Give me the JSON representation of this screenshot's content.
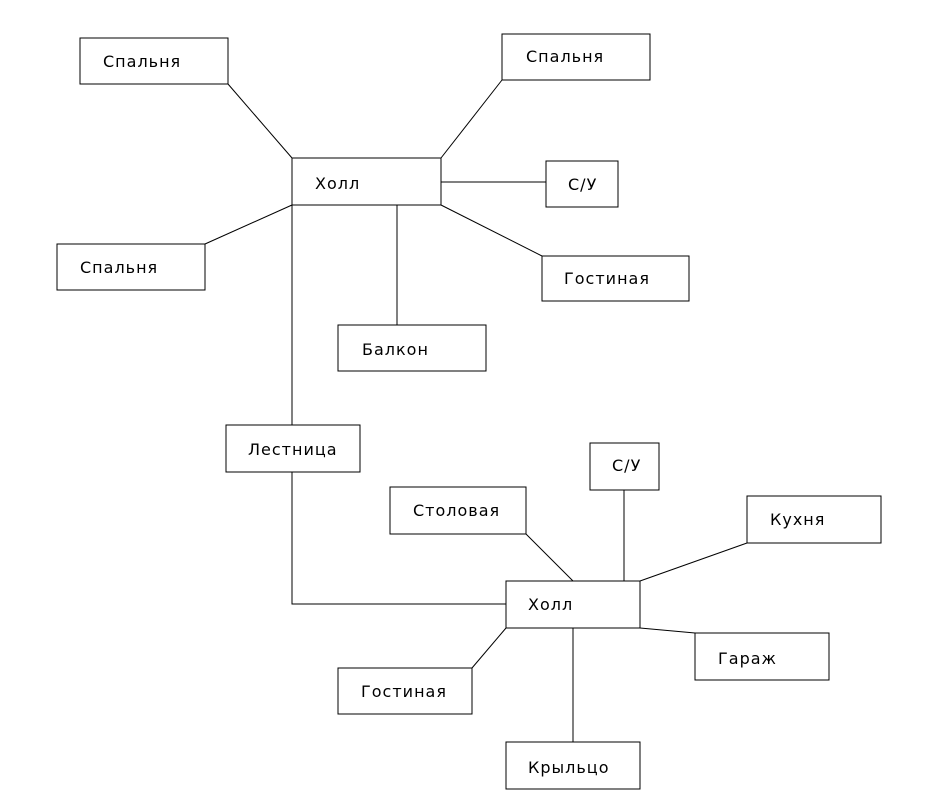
{
  "diagram": {
    "rooms": {
      "bedroom_1": "Спальня",
      "bedroom_2": "Спальня",
      "bedroom_3": "Спальня",
      "hall_upper": "Холл",
      "bathroom_upper": "С/У",
      "living_upper": "Гостиная",
      "balcony": "Балкон",
      "stairs": "Лестница",
      "bathroom_lower": "С/У",
      "dining": "Столовая",
      "kitchen": "Кухня",
      "hall_lower": "Холл",
      "garage": "Гараж",
      "living_lower": "Гостиная",
      "porch": "Крыльцо"
    },
    "colors": {
      "line": "#000000",
      "box_fill": "#ffffff",
      "background": "#ffffff"
    }
  }
}
